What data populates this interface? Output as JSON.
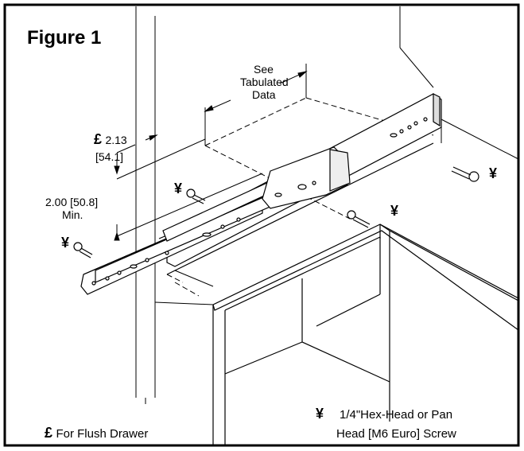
{
  "figure": {
    "title": "Figure 1"
  },
  "dimensions": {
    "tabulated": [
      "See",
      "Tabulated",
      "Data"
    ],
    "flush_symbol": "£",
    "flush_value": "2.13",
    "flush_metric": "[54.1]",
    "min_value": "2.00 [50.8]",
    "min_label": "Min."
  },
  "callouts": {
    "screw_symbol": "¥"
  },
  "legend": {
    "flush_symbol": "£",
    "flush_text": "For Flush Drawer",
    "screw_symbol": "¥",
    "screw_line1": "1/4\"Hex-Head or Pan",
    "screw_line2": "Head [M6 Euro] Screw"
  },
  "colors": {
    "line": "#000000",
    "background": "#ffffff"
  }
}
